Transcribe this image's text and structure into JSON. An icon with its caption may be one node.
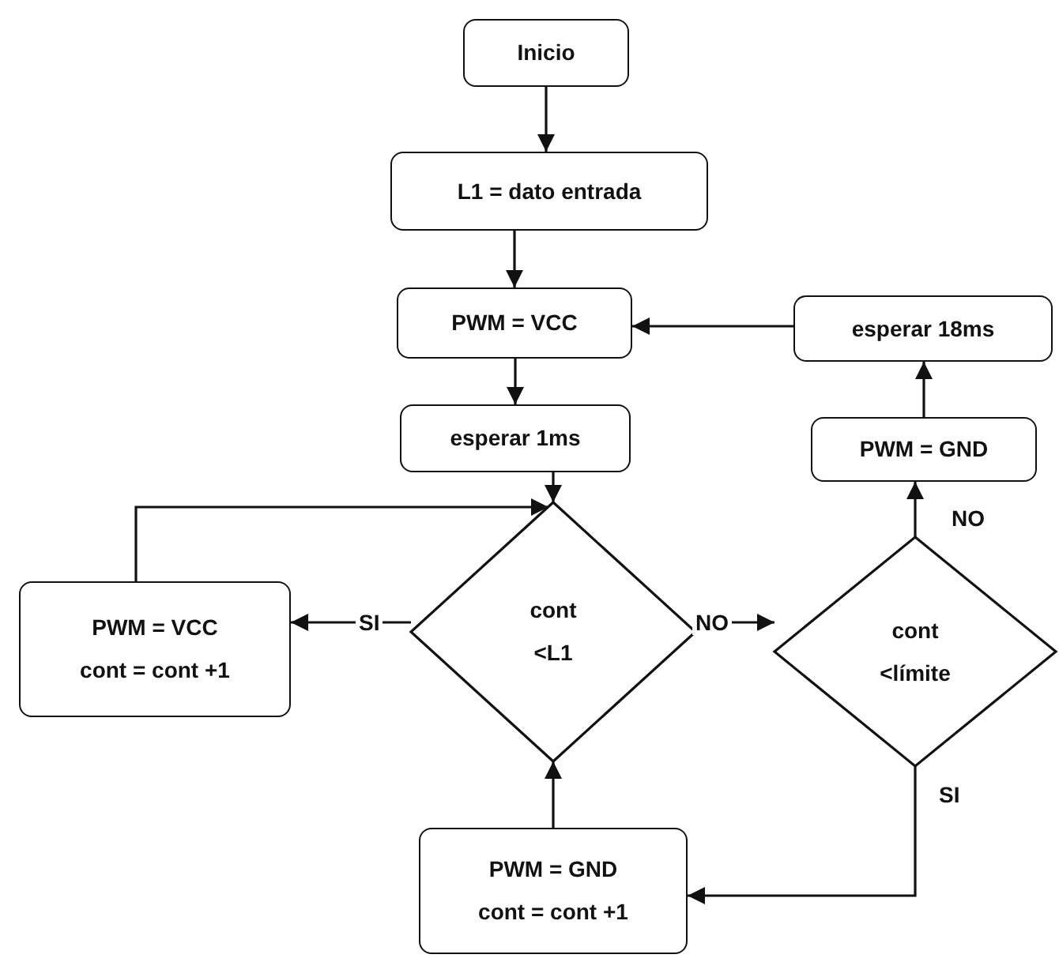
{
  "diagram": {
    "nodes": [
      {
        "text": [
          "Inicio"
        ]
      },
      {
        "text": [
          "L1 = dato entrada"
        ]
      },
      {
        "text": [
          "PWM = VCC"
        ]
      },
      {
        "text": [
          "esperar 1ms"
        ]
      },
      {
        "text": [
          "cont <L1"
        ]
      },
      {
        "text": [
          "PWM = VCC",
          "cont = cont +1"
        ]
      },
      {
        "text": [
          "cont <límite"
        ]
      },
      {
        "text": [
          "PWM = GND"
        ]
      },
      {
        "text": [
          "esperar 18ms"
        ]
      },
      {
        "text": [
          "PWM = GND",
          "cont = cont +1"
        ]
      }
    ],
    "edges": [
      {
        "from": 0,
        "to": 1,
        "arrow": "to"
      },
      {
        "from": 1,
        "to": 2,
        "arrow": "to"
      },
      {
        "from": 2,
        "to": 3,
        "arrow": "to"
      },
      {
        "from": 3,
        "to": 4,
        "arrow": "to"
      },
      {
        "from": 4,
        "to": 5,
        "arrow": "to",
        "label": "SI"
      },
      {
        "from": 5,
        "to": 4,
        "arrow": "to"
      },
      {
        "from": 4,
        "to": 6,
        "arrow": "to",
        "label": "NO"
      },
      {
        "from": 6,
        "to": 7,
        "arrow": "to",
        "label": "NO"
      },
      {
        "from": 7,
        "to": 8,
        "arrow": "to"
      },
      {
        "from": 8,
        "to": 2,
        "arrow": "to"
      },
      {
        "from": 6,
        "to": 9,
        "arrow": "to",
        "label": "SI"
      },
      {
        "from": 9,
        "to": 4,
        "arrow": "to"
      }
    ]
  }
}
